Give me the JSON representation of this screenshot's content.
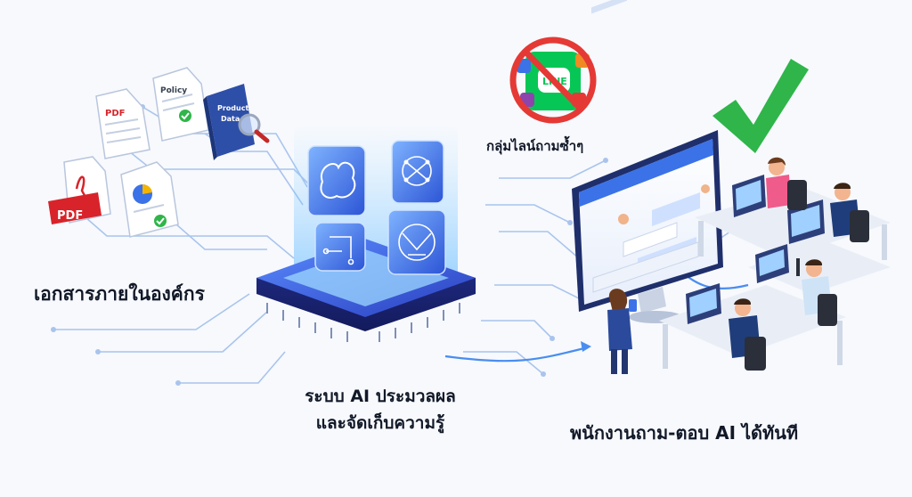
{
  "labels": {
    "documents": "เอกสารภายในองค์กร",
    "ai_line1": "ระบบ AI ประมวลผล",
    "ai_line2": "และจัดเก็บความรู้",
    "line_group": "กลุ่มไลน์ถามซ้ำๆ",
    "employees": "พนักงานถาม-ตอบ AI ได้ทันที"
  },
  "files": {
    "pdf_a": "PDF",
    "pdf_b": "PDF",
    "policy": "Policy",
    "product_line1": "Product",
    "product_line2": "Data",
    "line_logo": "LINE"
  },
  "icons": [
    "brain-icon",
    "network-icon",
    "circuit-icon",
    "neural-icon",
    "search-icon",
    "check-icon",
    "prohibited-icon"
  ],
  "colors": {
    "accent_blue": "#2f6bff",
    "pdf_red": "#d8232a",
    "check_green": "#2fb54a",
    "ban_red": "#e53935",
    "line_green": "#06c755"
  }
}
